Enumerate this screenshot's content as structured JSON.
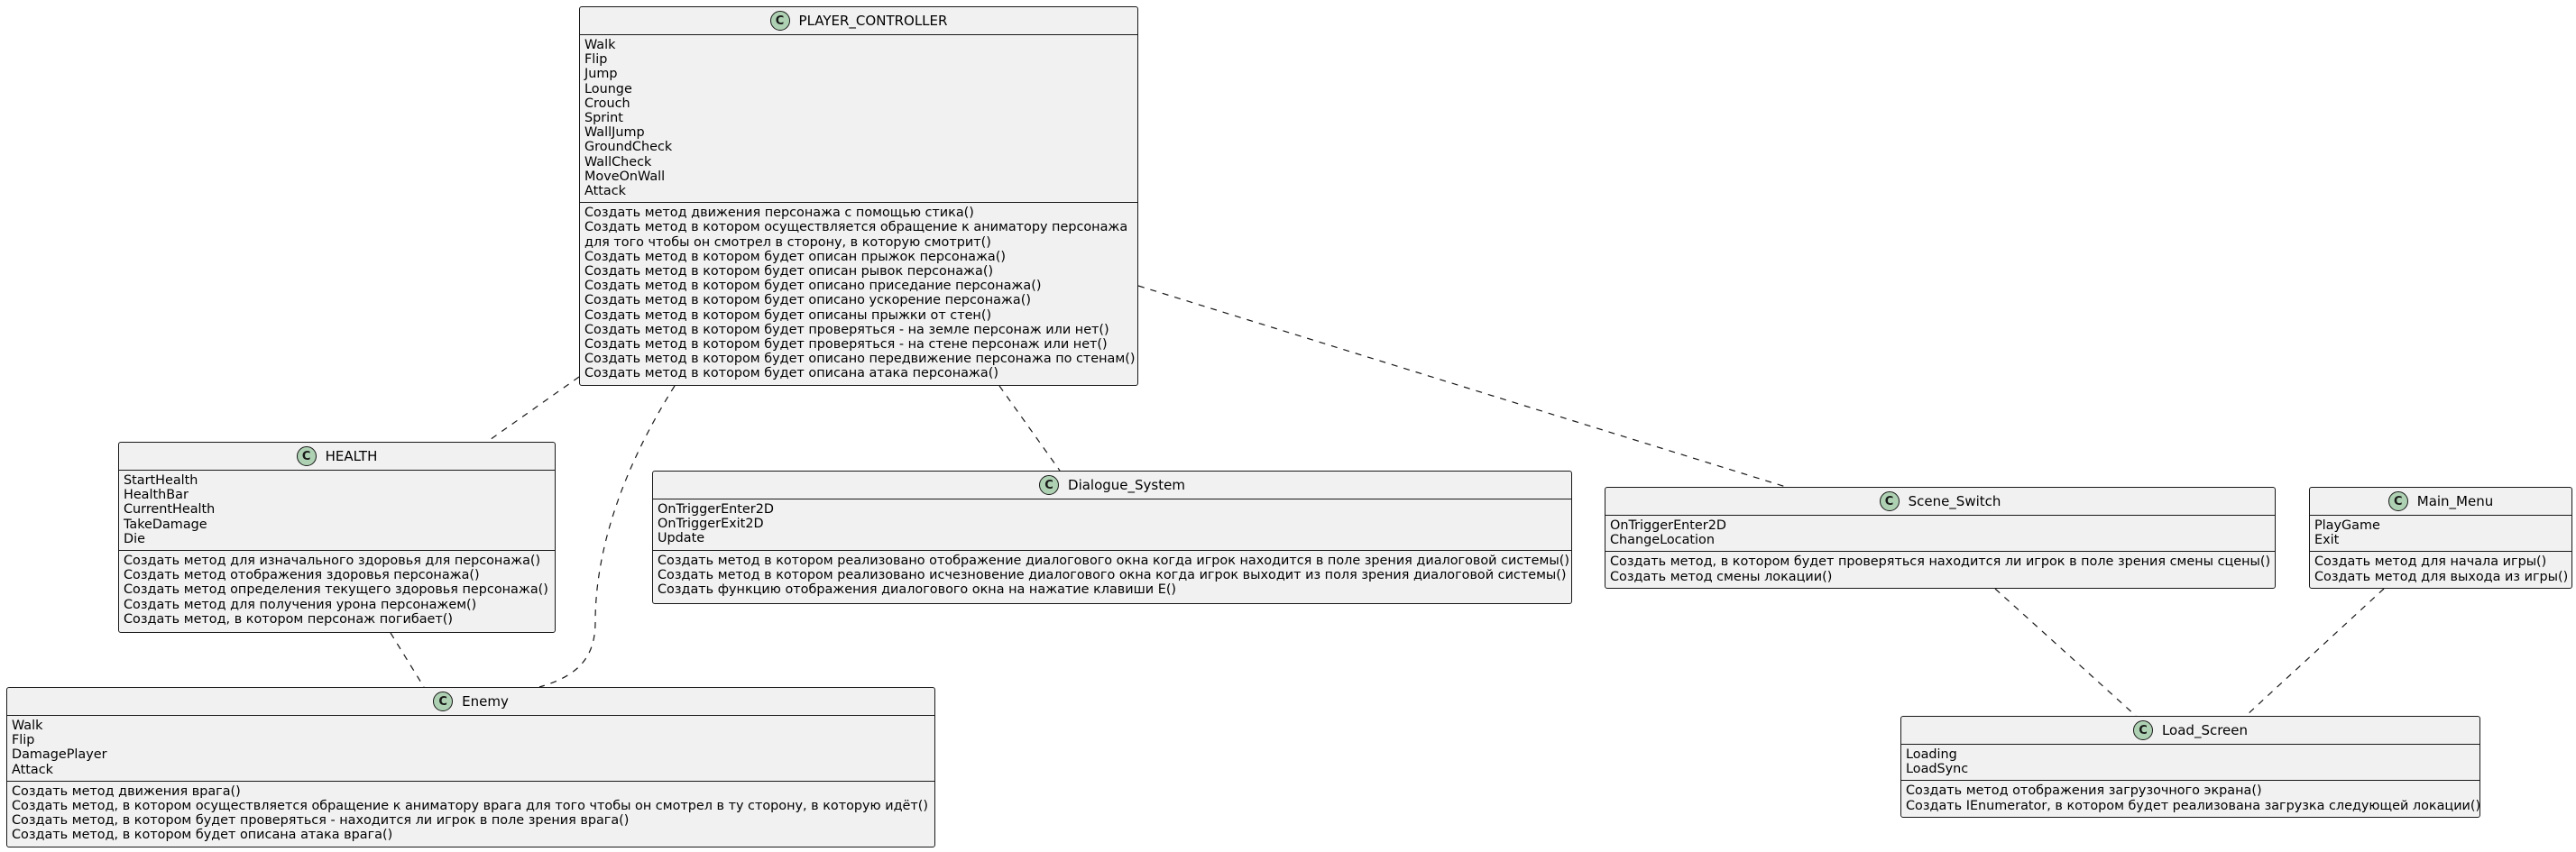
{
  "classes": {
    "player_controller": {
      "name": "PLAYER_CONTROLLER",
      "badge": "C",
      "fields": [
        "Walk",
        "Flip",
        "Jump",
        "Lounge",
        "Crouch",
        "Sprint",
        "WallJump",
        "GroundCheck",
        "WallCheck",
        "MoveOnWall",
        "Attack"
      ],
      "methods": [
        "Создать метод движения персонажа с помощью стика()",
        "Создать метод в котором осуществляется обращение к аниматору персонажа",
        "для того чтобы он смотрел в сторону, в которую смотрит()",
        "Создать метод в котором будет описан прыжок персонажа()",
        "Создать метод в котором будет описан рывок персонажа()",
        "Создать метод в котором будет описано приседание персонажа()",
        "Создать метод в котором будет описано ускорение персонажа()",
        "Создать метод в котором будет описаны прыжки от стен()",
        "Создать метод в котором будет проверяться - на земле персонаж или нет()",
        "Создать метод в котором будет проверяться - на стене персонаж или нет()",
        "Создать метод в котором будет описано передвижение персонажа по стенам()",
        "Создать метод в котором будет описана атака персонажа()"
      ]
    },
    "health": {
      "name": "HEALTH",
      "badge": "C",
      "fields": [
        "StartHealth",
        "HealthBar",
        "CurrentHealth",
        "TakeDamage",
        "Die"
      ],
      "methods": [
        "Создать метод для изначального здоровья для персонажа()",
        "Создать метод отображения здоровья персонажа()",
        "Создать метод определения текущего здоровья персонажа()",
        "Создать метод для получения урона персонажем()",
        "Создать метод, в котором персонаж погибает()"
      ]
    },
    "dialogue_system": {
      "name": "Dialogue_System",
      "badge": "C",
      "fields": [
        "OnTriggerEnter2D",
        "OnTriggerExit2D",
        "Update"
      ],
      "methods": [
        "Создать метод в котором реализовано отображение диалогового окна когда игрок находится в поле зрения диалоговой системы()",
        "Создать метод в котором реализовано исчезновение диалогового окна когда игрок выходит из поля зрения диалоговой системы()",
        "Создать функцию отображения диалогового окна на нажатие клавиши E()"
      ]
    },
    "scene_switch": {
      "name": "Scene_Switch",
      "badge": "C",
      "fields": [
        "OnTriggerEnter2D",
        "ChangeLocation"
      ],
      "methods": [
        "Создать метод, в котором будет проверяться находится ли игрок в поле зрения смены сцены()",
        "Создать метод смены локации()"
      ]
    },
    "main_menu": {
      "name": "Main_Menu",
      "badge": "C",
      "fields": [
        "PlayGame",
        "Exit"
      ],
      "methods": [
        "Создать метод для начала игры()",
        "Создать метод для выхода из игры()"
      ]
    },
    "enemy": {
      "name": "Enemy",
      "badge": "C",
      "fields": [
        "Walk",
        "Flip",
        "DamagePlayer",
        "Attack"
      ],
      "methods": [
        "Создать метод движения врага()",
        "Создать метод, в котором осуществляется обращение к аниматору врага для того чтобы он смотрел в ту сторону, в которую идёт()",
        "Создать метод, в котором будет проверяться - находится ли игрок в поле зрения врага()",
        "Создать метод, в котором будет описана атака врага()"
      ]
    },
    "load_screen": {
      "name": "Load_Screen",
      "badge": "C",
      "fields": [
        "Loading",
        "LoadSync"
      ],
      "methods": [
        "Создать метод отображения загрузочного экрана()",
        "Создать IEnumerator, в котором будет реализована загрузка следующей локации()"
      ]
    }
  },
  "relations": [
    {
      "from": "player_controller",
      "to": "health",
      "style": "dashed"
    },
    {
      "from": "player_controller",
      "to": "enemy",
      "style": "dashed"
    },
    {
      "from": "player_controller",
      "to": "dialogue_system",
      "style": "dashed"
    },
    {
      "from": "player_controller",
      "to": "scene_switch",
      "style": "dashed"
    },
    {
      "from": "health",
      "to": "enemy",
      "style": "dashed"
    },
    {
      "from": "scene_switch",
      "to": "load_screen",
      "style": "dashed"
    },
    {
      "from": "main_menu",
      "to": "load_screen",
      "style": "dashed"
    }
  ],
  "colors": {
    "class_fill": "#f1f1f1",
    "border": "#181818",
    "badge_fill": "#add1b2",
    "edge": "#181818"
  }
}
